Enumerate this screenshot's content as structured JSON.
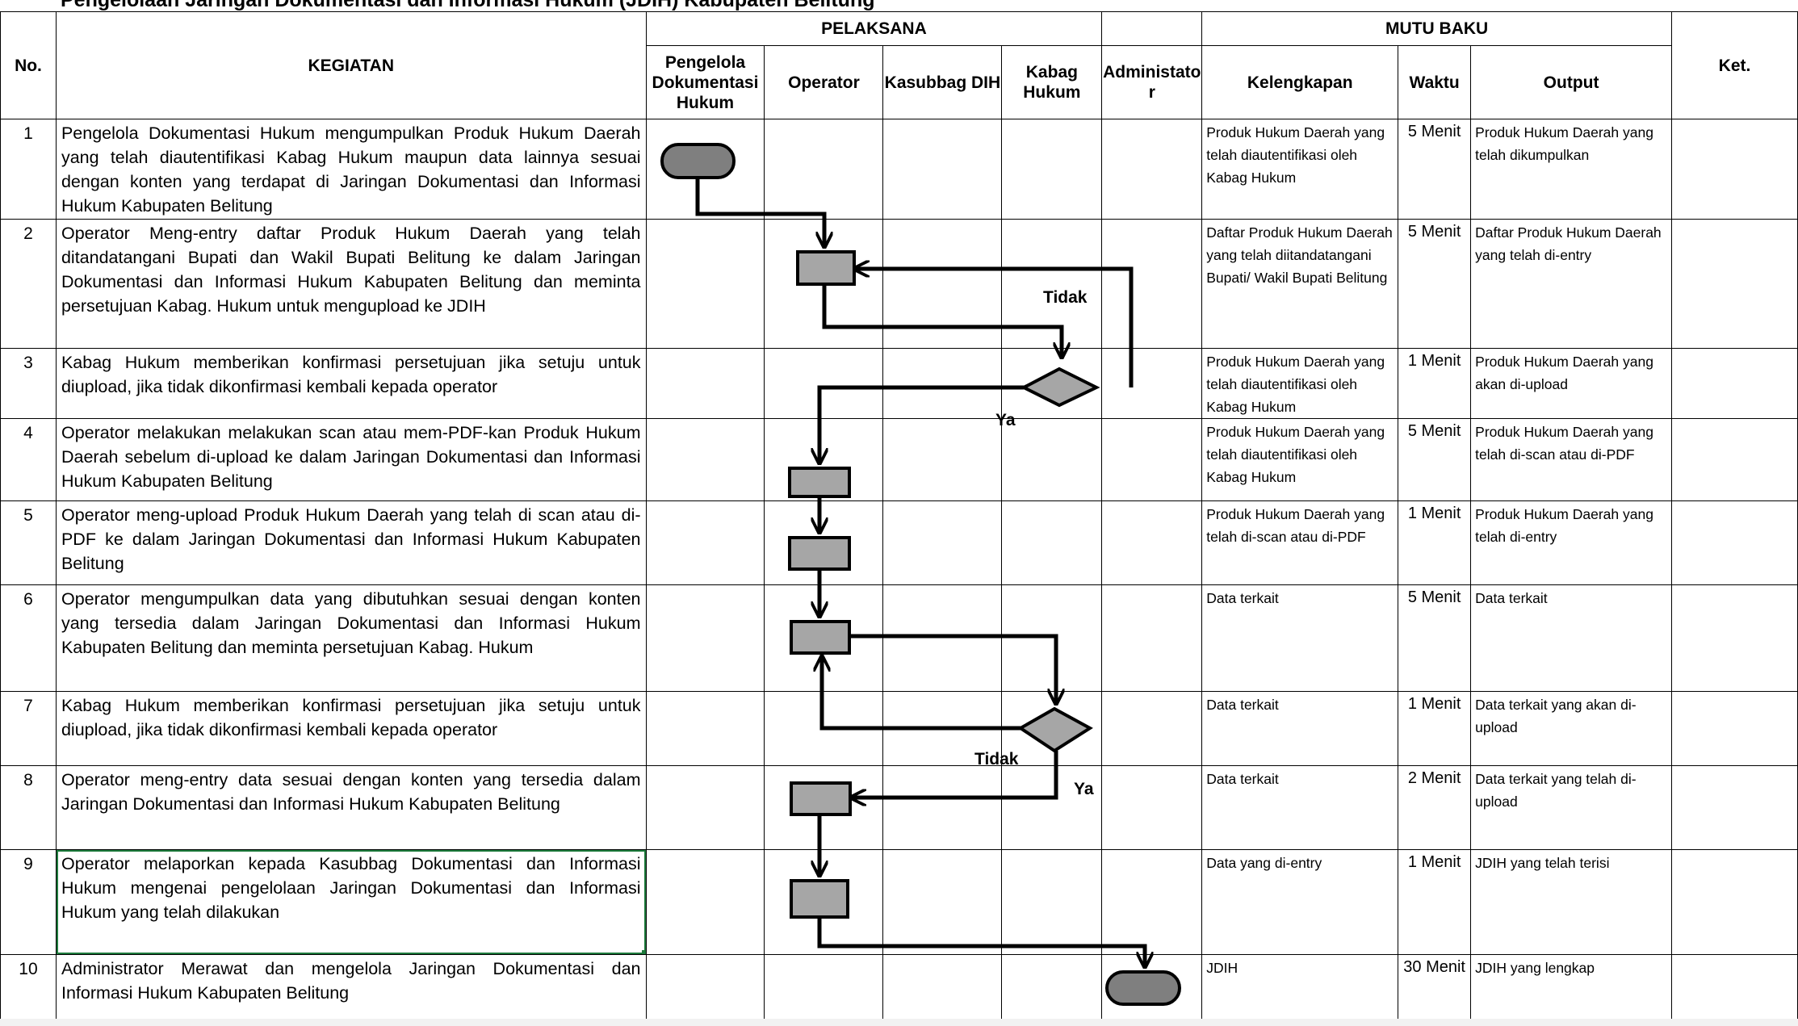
{
  "title": "Pengelolaan Jaringan Dokumentasi dan Informasi Hukum (JDIH) Kabupaten Belitung",
  "headers": {
    "no": "No.",
    "kegiatan": "KEGIATAN",
    "pelaksana": "PELAKSANA",
    "pengelola": "Pengelola Dokumentasi Hukum",
    "operator": "Operator",
    "kasubbag": "Kasubbag DIH",
    "kabag": "Kabag Hukum",
    "admin": "Administator",
    "mutu_baku": "MUTU BAKU",
    "kelengkapan": "Kelengkapan",
    "waktu": "Waktu",
    "output": "Output",
    "ket": "Ket."
  },
  "rows": [
    {
      "no": "1",
      "kegiatan": "Pengelola Dokumentasi Hukum mengumpulkan Produk Hukum Daerah yang telah diautentifikasi Kabag Hukum maupun data lainnya sesuai dengan konten yang terdapat di Jaringan Dokumentasi dan Informasi Hukum Kabupaten Belitung",
      "kelengkapan": "Produk Hukum Daerah yang telah diautentifikasi oleh Kabag Hukum",
      "waktu": "5 Menit",
      "output": "Produk Hukum Daerah yang telah dikumpulkan",
      "ket": ""
    },
    {
      "no": "2",
      "kegiatan": "Operator Meng-entry daftar Produk Hukum Daerah yang telah ditandatangani Bupati dan Wakil Bupati Belitung ke dalam Jaringan Dokumentasi dan Informasi Hukum Kabupaten Belitung dan meminta persetujuan Kabag. Hukum untuk mengupload ke JDIH",
      "kelengkapan": "Daftar Produk Hukum Daerah yang telah diitandatangani Bupati/ Wakil Bupati Belitung",
      "waktu": "5 Menit",
      "output": "Daftar Produk Hukum Daerah yang telah di-entry",
      "ket": ""
    },
    {
      "no": "3",
      "kegiatan": "Kabag Hukum memberikan konfirmasi persetujuan jika setuju untuk diupload, jika tidak dikonfirmasi kembali kepada operator",
      "kelengkapan": "Produk Hukum Daerah yang telah diautentifikasi oleh Kabag Hukum",
      "waktu": "1 Menit",
      "output": "Produk Hukum Daerah yang akan di-upload",
      "ket": ""
    },
    {
      "no": "4",
      "kegiatan": "Operator melakukan melakukan scan atau mem-PDF-kan Produk Hukum Daerah sebelum di-upload ke dalam Jaringan Dokumentasi dan Informasi Hukum Kabupaten Belitung",
      "kelengkapan": "Produk Hukum Daerah yang telah diautentifikasi oleh Kabag Hukum",
      "waktu": "5 Menit",
      "output": "Produk Hukum Daerah yang telah di-scan atau di-PDF",
      "ket": ""
    },
    {
      "no": "5",
      "kegiatan": "Operator meng-upload Produk Hukum Daerah yang telah di scan atau di-PDF ke dalam Jaringan Dokumentasi dan Informasi Hukum Kabupaten Belitung",
      "kelengkapan": "Produk Hukum Daerah yang telah di-scan atau di-PDF",
      "waktu": "1 Menit",
      "output": "Produk Hukum Daerah yang telah di-entry",
      "ket": ""
    },
    {
      "no": "6",
      "kegiatan": "Operator mengumpulkan data yang dibutuhkan sesuai dengan konten yang tersedia dalam Jaringan Dokumentasi dan Informasi Hukum Kabupaten Belitung dan meminta persetujuan Kabag. Hukum",
      "kelengkapan": "Data terkait",
      "waktu": "5 Menit",
      "output": "Data terkait",
      "ket": ""
    },
    {
      "no": "7",
      "kegiatan": "Kabag Hukum memberikan konfirmasi persetujuan jika setuju untuk diupload, jika tidak dikonfirmasi kembali kepada operator",
      "kelengkapan": "Data terkait",
      "waktu": "1 Menit",
      "output": "Data terkait yang akan di-upload",
      "ket": ""
    },
    {
      "no": "8",
      "kegiatan": "Operator meng-entry data sesuai dengan konten yang tersedia dalam Jaringan Dokumentasi dan Informasi Hukum Kabupaten Belitung",
      "kelengkapan": "Data terkait",
      "waktu": "2 Menit",
      "output": "Data terkait yang telah di-upload",
      "ket": ""
    },
    {
      "no": "9",
      "kegiatan": "Operator melaporkan kepada Kasubbag Dokumentasi dan Informasi Hukum mengenai pengelolaan Jaringan Dokumentasi dan Informasi Hukum yang telah dilakukan",
      "kelengkapan": "Data yang di-entry",
      "waktu": "1 Menit",
      "output": "JDIH yang telah terisi",
      "ket": ""
    },
    {
      "no": "10",
      "kegiatan": "Administrator Merawat dan mengelola Jaringan Dokumentasi dan Informasi Hukum Kabupaten Belitung",
      "kelengkapan": "JDIH",
      "waktu": "30 Menit",
      "output": "JDIH yang lengkap",
      "ket": ""
    }
  ],
  "flow_labels": {
    "tidak_1": "Tidak",
    "ya_1": "Ya",
    "tidak_2": "Tidak",
    "ya_2": "Ya"
  },
  "colors": {
    "terminator": "#7f7f7f",
    "process": "#a6a6a6",
    "selection": "#1e7b3c"
  }
}
